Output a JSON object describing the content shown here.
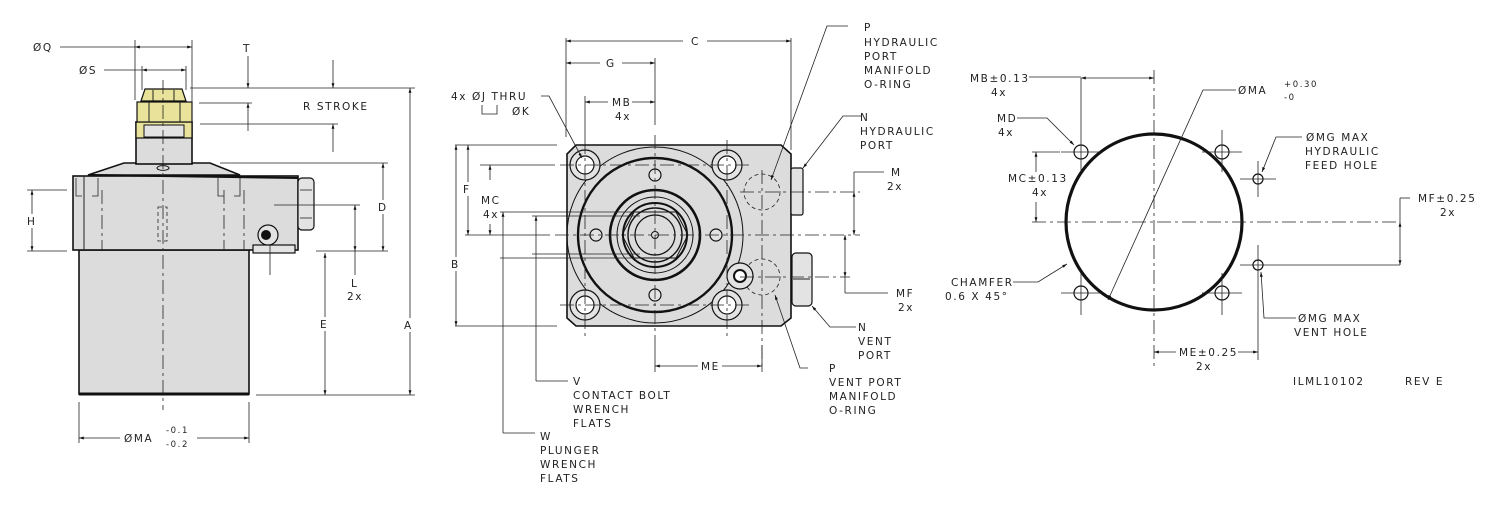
{
  "drawing": {
    "title_block": {
      "drawing_number": "ILML10102",
      "revision": "REV E"
    },
    "colors": {
      "body": "#dcdcdc",
      "brass_nut": "#e8e29a",
      "line": "#222222"
    },
    "side_view": {
      "labels": {
        "q": "ØQ",
        "s": "ØS",
        "t": "T",
        "r_stroke": "R STROKE",
        "h": "H",
        "d": "D",
        "l": "L",
        "l_qty": "2x",
        "e": "E",
        "a": "A",
        "ma": "ØMA",
        "ma_tol_upper": "-0.1",
        "ma_tol_lower": "-0.2"
      }
    },
    "top_view": {
      "labels": {
        "c": "C",
        "g": "G",
        "mb": "MB",
        "mb_qty": "4x",
        "j_thru_line1": "4x ØJ THRU",
        "j_thru_line2": "ØK",
        "f": "F",
        "mc": "MC",
        "mc_qty": "4x",
        "b": "B",
        "m": "M",
        "m_qty": "2x",
        "mf": "MF",
        "mf_qty": "2x",
        "me": "ME"
      },
      "callouts": {
        "p_hydraulic": [
          "P",
          "HYDRAULIC",
          "PORT",
          "MANIFOLD",
          "O-RING"
        ],
        "n_hydraulic": [
          "N",
          "HYDRAULIC",
          "PORT"
        ],
        "n_vent": [
          "N",
          "VENT",
          "PORT"
        ],
        "p_vent": [
          "P",
          "VENT PORT",
          "MANIFOLD",
          "O-RING"
        ],
        "v": [
          "V",
          "CONTACT BOLT",
          "WRENCH",
          "FLATS"
        ],
        "w": [
          "W",
          "PLUNGER",
          "WRENCH",
          "FLATS"
        ]
      }
    },
    "mounting_view": {
      "labels": {
        "mb": "MB±0.13",
        "mb_qty": "4x",
        "md": "MD",
        "md_qty": "4x",
        "mc": "MC±0.13",
        "mc_qty": "4x",
        "ma": "ØMA",
        "ma_tol_upper": "+0.30",
        "ma_tol_lower": "-0",
        "mg_feed": [
          "ØMG MAX",
          "HYDRAULIC",
          "FEED HOLE"
        ],
        "mf": "MF±0.25",
        "mf_qty": "2x",
        "chamfer": [
          "CHAMFER",
          "0.6 X 45°"
        ],
        "mg_vent": [
          "ØMG MAX",
          "VENT HOLE"
        ],
        "me": "ME±0.25",
        "me_qty": "2x"
      }
    }
  }
}
